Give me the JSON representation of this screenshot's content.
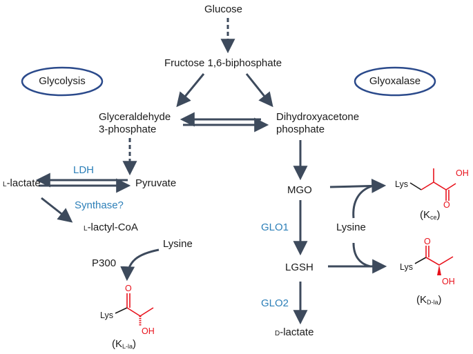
{
  "nodes": {
    "glucose": "Glucose",
    "fbp": "Fructose 1,6-biphosphate",
    "g3p_line1": "Glyceraldehyde",
    "g3p_line2": "3-phosphate",
    "dhap_line1": "Dihydroxyacetone",
    "dhap_line2": "phosphate",
    "pyruvate": "Pyruvate",
    "l_lactate_prefix": "L",
    "l_lactate_rest": "-lactate",
    "l_lactyl_coa_prefix": "L",
    "l_lactyl_coa_rest": "-lactyl-CoA",
    "lysine_left": "Lysine",
    "p300": "P300",
    "mgo": "MGO",
    "lgsh": "LGSH",
    "d_lactate_prefix": "D",
    "d_lactate_rest": "-lactate",
    "lysine_right": "Lysine"
  },
  "pathways": {
    "glycolysis": "Glycolysis",
    "glyoxalase": "Glyoxalase"
  },
  "enzymes": {
    "ldh": "LDH",
    "synthase": "Synthase?",
    "glo1": "GLO1",
    "glo2": "GLO2"
  },
  "molecules": {
    "kll": {
      "lys": "Lys",
      "o": "O",
      "oh": "OH",
      "label_open": "(K",
      "label_sub": "L-la",
      "label_close": ")"
    },
    "kce": {
      "lys": "Lys",
      "o": "O",
      "oh": "OH",
      "label_open": "(K",
      "label_sub": "ce",
      "label_close": ")"
    },
    "kdl": {
      "lys": "Lys",
      "o": "O",
      "oh": "OH",
      "label_open": "(K",
      "label_sub": "D-la",
      "label_close": ")"
    }
  },
  "colors": {
    "arrow": "#3d4a5c",
    "enzyme": "#2c7fb8",
    "ellipse_stroke": "#2b4a8b",
    "modification": "#e8111b"
  }
}
